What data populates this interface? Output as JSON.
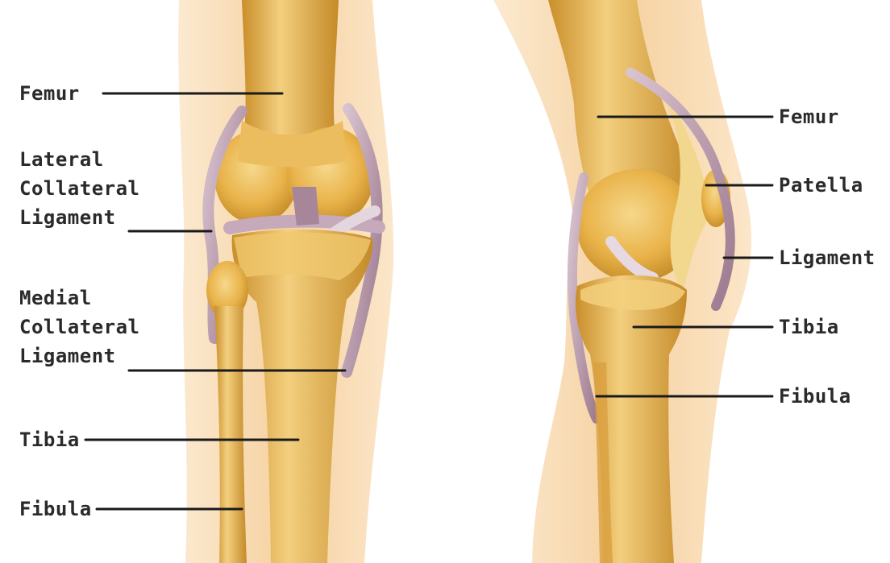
{
  "front_view": {
    "labels": {
      "femur": "Femur",
      "lateral_collateral_ligament": [
        "Lateral",
        "Collateral",
        "Ligament"
      ],
      "medial_collateral_ligament": [
        "Medial",
        "Collateral",
        "Ligament"
      ],
      "tibia": "Tibia",
      "fibula": "Fibula"
    }
  },
  "side_view": {
    "labels": {
      "femur": "Femur",
      "patella": "Patella",
      "ligament": "Ligament",
      "tibia": "Tibia",
      "fibula": "Fibula"
    }
  },
  "colors": {
    "skin": "#f4c98f",
    "bone": "#e9b34a",
    "bone_shadow": "#b97f1e",
    "ligament": "#b394a8",
    "leader_line": "#1a1a1a",
    "text": "#2a2a2a"
  }
}
